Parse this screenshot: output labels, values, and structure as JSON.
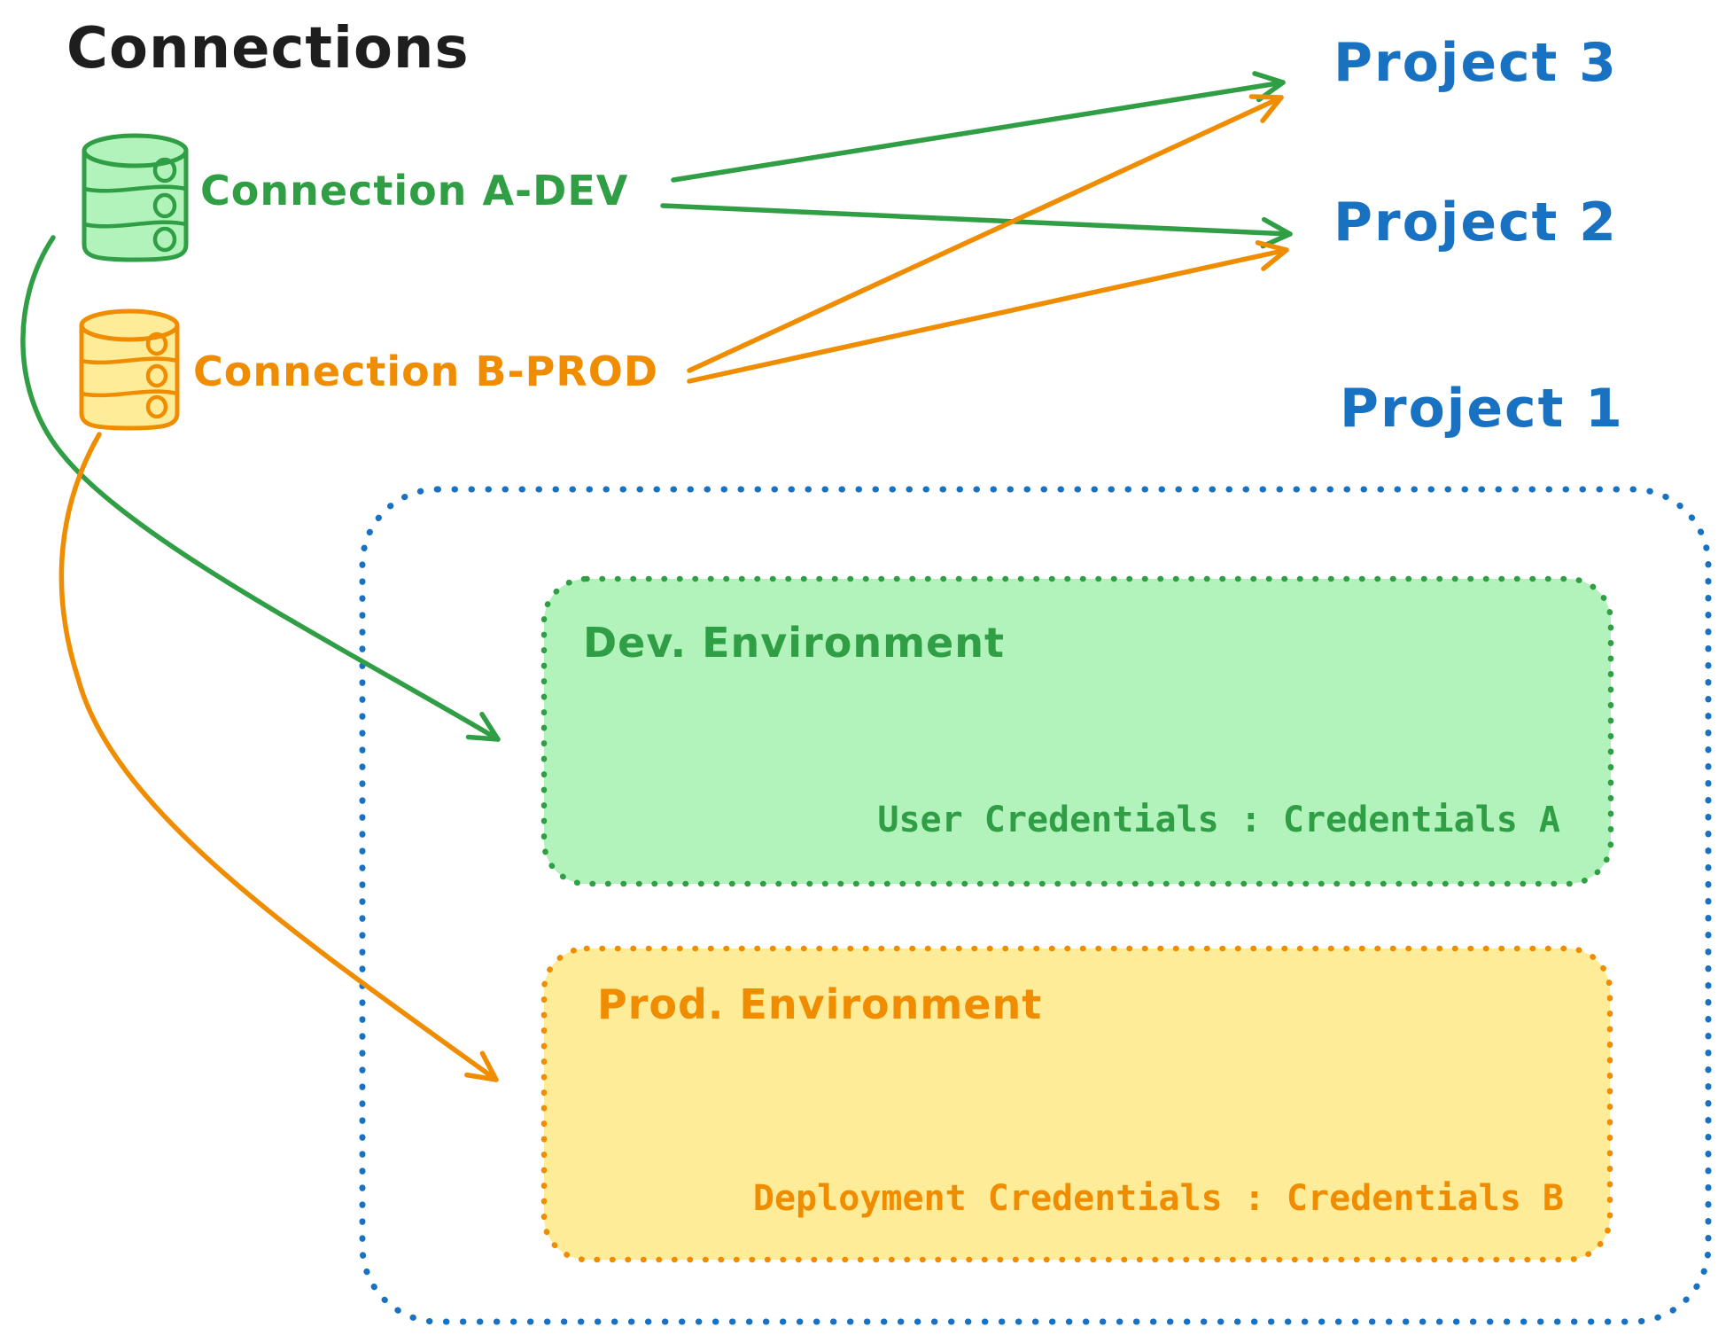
{
  "diagram": {
    "title": "Connections",
    "nodes": {
      "connection_a": {
        "label": "Connection A-DEV",
        "type": "database-icon"
      },
      "connection_b": {
        "label": "Connection B-PROD",
        "type": "database-icon"
      },
      "project_3": {
        "label": "Project 3"
      },
      "project_2": {
        "label": "Project 2"
      },
      "project_1": {
        "label": "Project 1"
      }
    },
    "project1_box": {
      "dev_environment": {
        "label": "Dev. Environment",
        "credentials_text": "User Credentials : Credentials A"
      },
      "prod_environment": {
        "label": "Prod. Environment",
        "credentials_text": "Deployment Credentials : Credentials B"
      }
    },
    "edges": [
      {
        "from": "Connection A-DEV",
        "to": "Project 3",
        "color": "#2f9e44",
        "style": "straight"
      },
      {
        "from": "Connection A-DEV",
        "to": "Project 2",
        "color": "#2f9e44",
        "style": "straight"
      },
      {
        "from": "Connection B-PROD",
        "to": "Project 3",
        "color": "#f08c00",
        "style": "straight"
      },
      {
        "from": "Connection B-PROD",
        "to": "Project 2",
        "color": "#f08c00",
        "style": "straight"
      },
      {
        "from": "Connection A-DEV",
        "to": "Dev. Environment",
        "color": "#2f9e44",
        "style": "curved"
      },
      {
        "from": "Connection B-PROD",
        "to": "Prod. Environment",
        "color": "#f08c00",
        "style": "curved"
      }
    ],
    "colors": {
      "black": "#1e1e1e",
      "green_stroke": "#2f9e44",
      "green_fill": "#b2f2bb",
      "orange_stroke": "#f08c00",
      "orange_fill": "#ffec99",
      "blue": "#1971c2",
      "background": "#ffffff"
    }
  }
}
